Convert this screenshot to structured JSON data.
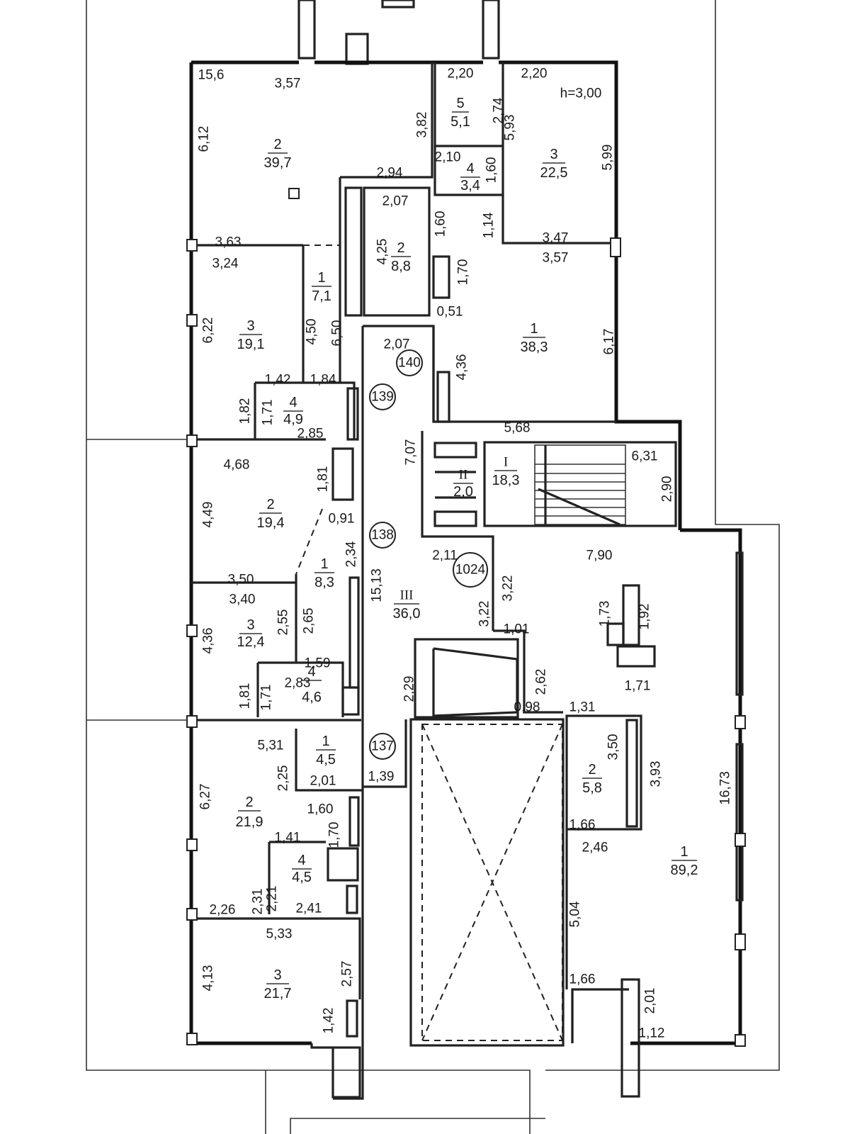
{
  "plan": {
    "height_note": "h=3,00",
    "rooms": [
      {
        "id": "r2-top",
        "num": "2",
        "area": "39,7"
      },
      {
        "id": "r5-top",
        "num": "5",
        "area": "5,1"
      },
      {
        "id": "r4-top",
        "num": "4",
        "area": "3,4"
      },
      {
        "id": "r3-top",
        "num": "3",
        "area": "22,5"
      },
      {
        "id": "r2-mid",
        "num": "2",
        "area": "8,8"
      },
      {
        "id": "r1-a",
        "num": "1",
        "area": "7,1"
      },
      {
        "id": "r3-a",
        "num": "3",
        "area": "19,1"
      },
      {
        "id": "r4-a",
        "num": "4",
        "area": "4,9"
      },
      {
        "id": "r1-big",
        "num": "1",
        "area": "38,3"
      },
      {
        "id": "r2-b",
        "num": "2",
        "area": "19,4"
      },
      {
        "id": "r1-b",
        "num": "1",
        "area": "8,3"
      },
      {
        "id": "r3-b",
        "num": "3",
        "area": "12,4"
      },
      {
        "id": "r4-b",
        "num": "4",
        "area": "4,6"
      },
      {
        "id": "r1-c",
        "num": "1",
        "area": "4,5"
      },
      {
        "id": "r2-c",
        "num": "2",
        "area": "21,9"
      },
      {
        "id": "r4-c",
        "num": "4",
        "area": "4,5"
      },
      {
        "id": "r3-c",
        "num": "3",
        "area": "21,7"
      },
      {
        "id": "rII",
        "num": "II",
        "area": "2,0"
      },
      {
        "id": "rI",
        "num": "I",
        "area": "18,3"
      },
      {
        "id": "rIII",
        "num": "III",
        "area": "36,0"
      },
      {
        "id": "r2-d",
        "num": "2",
        "area": "5,8"
      },
      {
        "id": "r1-e",
        "num": "1",
        "area": "89,2"
      }
    ],
    "markers": [
      "140",
      "139",
      "138",
      "1024",
      "137"
    ],
    "dims": [
      "15,6",
      "3,57",
      "6,12",
      "3,82",
      "2,94",
      "2,20",
      "2,74",
      "2,20",
      "5,93",
      "5,99",
      "2,10",
      "1,60",
      "2,07",
      "4,25",
      "1,60",
      "1,14",
      "3,47",
      "3,57",
      "1,70",
      "0,51",
      "3,63",
      "3,24",
      "6,22",
      "4,50",
      "6,50",
      "1,42",
      "1,84",
      "1,82",
      "1,71",
      "2,85",
      "2,07",
      "4,36",
      "6,17",
      "5,68",
      "7,07",
      "6,31",
      "2,90",
      "4,68",
      "1,81",
      "4,49",
      "0,91",
      "2,34",
      "2,11",
      "7,90",
      "3,50",
      "3,40",
      "2,55",
      "2,65",
      "15,13",
      "3,22",
      "3,22",
      "4,36",
      "1,01",
      "1,73",
      "1,92",
      "1,71",
      "1,59",
      "2,83",
      "1,81",
      "1,71",
      "2,62",
      "2,29",
      "0,98",
      "1,31",
      "5,31",
      "2,25",
      "2,01",
      "1,39",
      "3,50",
      "3,93",
      "6,27",
      "1,60",
      "1,70",
      "1,41",
      "1,66",
      "2,46",
      "16,73",
      "2,31",
      "2,21",
      "2,41",
      "2,26",
      "5,04",
      "5,33",
      "2,57",
      "4,13",
      "1,42",
      "1,66",
      "2,01",
      "1,12"
    ]
  }
}
